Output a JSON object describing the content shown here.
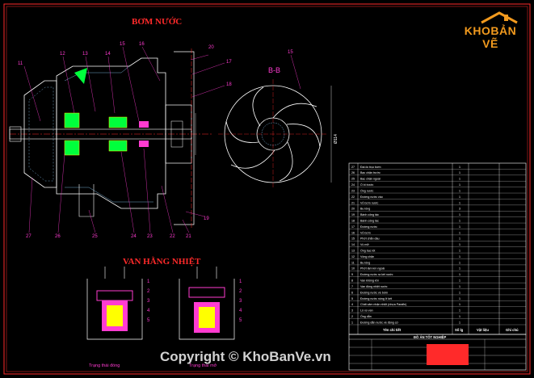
{
  "drawing": {
    "title_pump": "BƠM NƯỚC",
    "title_thermostat": "VAN HẰNG NHIỆT",
    "section_label": "B-B",
    "callouts_top": [
      "11",
      "12",
      "13",
      "14",
      "15",
      "16",
      "20",
      "17",
      "18",
      "19"
    ],
    "callouts_bottom": [
      "27",
      "26",
      "25",
      "24",
      "23",
      "22",
      "21"
    ],
    "callout_15": "15",
    "dim_diameter": "Ø114",
    "caption_closed": "Trạng thái đóng",
    "caption_open": "Trạng thái mở",
    "thermo_callouts_left": [
      "1",
      "2",
      "3",
      "4",
      "5"
    ],
    "thermo_callouts_right": [
      "1",
      "2",
      "3",
      "4",
      "5"
    ]
  },
  "parts_table": {
    "rows": [
      {
        "no": "27",
        "name": "Đai ốc trục bơm",
        "qty": "1"
      },
      {
        "no": "26",
        "name": "Bạc chặn trước",
        "qty": "1"
      },
      {
        "no": "25",
        "name": "Bạc chặn ngoài",
        "qty": "1"
      },
      {
        "no": "24",
        "name": "Ổ bi trước",
        "qty": "1"
      },
      {
        "no": "23",
        "name": "Ống nước",
        "qty": "1"
      },
      {
        "no": "22",
        "name": "Đường nước vào",
        "qty": "1"
      },
      {
        "no": "21",
        "name": "Vỏ bơm nước",
        "qty": "1"
      },
      {
        "no": "20",
        "name": "Bu lông",
        "qty": "3"
      },
      {
        "no": "19",
        "name": "Bánh công tác",
        "qty": "1"
      },
      {
        "no": "18",
        "name": "Bánh công tác",
        "qty": "1"
      },
      {
        "no": "17",
        "name": "Đường nước",
        "qty": "1"
      },
      {
        "no": "16",
        "name": "Vỏ bơm",
        "qty": "1"
      },
      {
        "no": "15",
        "name": "Phớt chắn dầu",
        "qty": "1"
      },
      {
        "no": "14",
        "name": "Vú mỡ",
        "qty": "1"
      },
      {
        "no": "13",
        "name": "Ống bạc lót",
        "qty": "1"
      },
      {
        "no": "12",
        "name": "Vòng chặn",
        "qty": "1"
      },
      {
        "no": "11",
        "name": "Bu lông",
        "qty": "1"
      },
      {
        "no": "10",
        "name": "Phớt làm kín ngoài",
        "qty": "1"
      },
      {
        "no": "9",
        "name": "Đường nước ra két nước",
        "qty": "1"
      },
      {
        "no": "8",
        "name": "Van không khí",
        "qty": "1"
      },
      {
        "no": "7",
        "name": "Van đóng nhiệt nước",
        "qty": "1"
      },
      {
        "no": "6",
        "name": "Đường nước về bơm",
        "qty": "1"
      },
      {
        "no": "5",
        "name": "Đường nước nóng ở két",
        "qty": "1"
      },
      {
        "no": "4",
        "name": "Chất cảm nhận nhiệt (nhựa Parafin)",
        "qty": "1"
      },
      {
        "no": "3",
        "name": "Lò xo van",
        "qty": "1"
      },
      {
        "no": "2",
        "name": "Ống dẫn",
        "qty": "1"
      },
      {
        "no": "1",
        "name": "Đường dẫn nước về động cơ",
        "qty": "1"
      }
    ],
    "header_name": "Tên chi tiết",
    "header_qty": "Số lg",
    "header_material": "Vật liệu",
    "header_note": "Ghi chú",
    "project_title": "ĐỒ ÁN TỐT NGHIỆP"
  },
  "logo": {
    "text_a": "KHO",
    "text_b": "BẢN VẼ"
  },
  "watermark": "Copyright © KhoBanVe.vn",
  "colors": {
    "frame": "#ff2a2a",
    "line": "#ffffff",
    "callout": "#ff3bd1",
    "cyan": "#00ffff",
    "green": "#00ff3c",
    "yellow": "#ffff00"
  }
}
